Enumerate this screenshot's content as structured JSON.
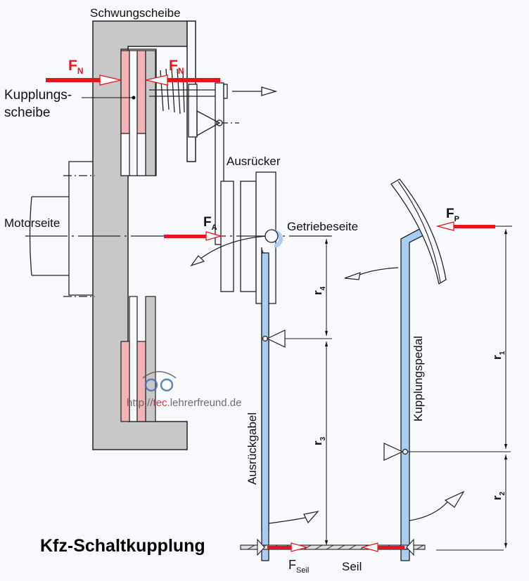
{
  "title": "Kfz-Schaltkupplung",
  "labels": {
    "flywheel": "Schwungscheibe",
    "clutch_disc_line1": "Kupplungs-",
    "clutch_disc_line2": "scheibe",
    "release_bearing": "Ausrücker",
    "engine_side": "Motorseite",
    "gearbox_side": "Getriebeseite",
    "release_fork": "Ausrückgabel",
    "clutch_pedal": "Kupplungspedal",
    "cable": "Seil"
  },
  "forces": {
    "normal_left": {
      "main": "F",
      "sub": "N"
    },
    "normal_right": {
      "main": "F",
      "sub": "N"
    },
    "release": {
      "main": "F",
      "sub": "A"
    },
    "pedal": {
      "main": "F",
      "sub": "P"
    },
    "cable": {
      "main": "F",
      "sub": "Seil"
    }
  },
  "lever_arms": {
    "r1": {
      "main": "r",
      "sub": "1"
    },
    "r2": {
      "main": "r",
      "sub": "2"
    },
    "r3": {
      "main": "r",
      "sub": "3"
    },
    "r4": {
      "main": "r",
      "sub": "4"
    }
  },
  "watermark": {
    "prefix": "http://",
    "accent": "tec",
    "suffix": ".lehrerfreund.de"
  },
  "colors": {
    "force_red": "#e8141c",
    "flywheel_gray": "#c8c8c8",
    "lining_pink": "#f2b3b6",
    "lever_blue": "#a9cdf0",
    "line": "#222222",
    "background": "#f7f9fc"
  }
}
